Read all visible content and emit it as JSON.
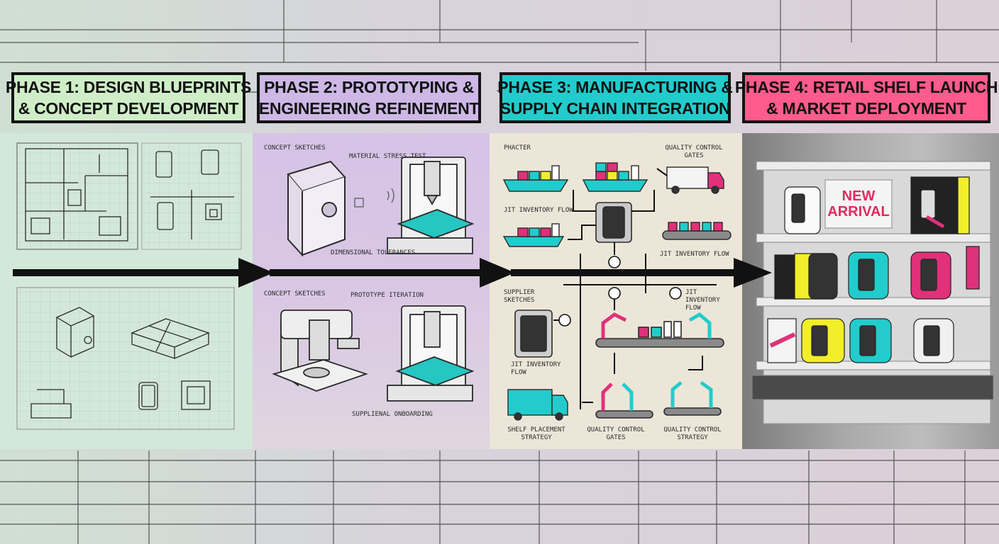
{
  "phases": [
    {
      "line1": "PHASE 1: DESIGN BLUEPRINTS",
      "line2": "& CONCEPT DEVELOPMENT",
      "color": "#cfeec8"
    },
    {
      "line1": "PHASE 2: PROTOTYPING &",
      "line2": "ENGINEERING REFINEMENT",
      "color": "#cdb8e6"
    },
    {
      "line1": "PHASE 3: MANUFACTURING &",
      "line2": "SUPPLY CHAIN INTEGRATION",
      "color": "#22cccc"
    },
    {
      "line1": "PHASE 4: RETAIL SHELF LAUNCH",
      "line2": "& MARKET DEPLOYMENT",
      "color": "#ff5b8d"
    }
  ],
  "phase2_labels": {
    "concept_sketches_top": "CONCEPT SKETCHES",
    "material_stress_test": "MATERIAL STRESS TEST",
    "dimensional_tolerances": "DIMENSIONAL TOLERANCES",
    "concept_sketches_bottom": "CONCEPT SKETCHES",
    "prototype_iteration": "PROTOTYPE ITERATION",
    "supplier_onboarding": "SUPPLIENAL ONBOARDING"
  },
  "phase3_labels": {
    "phacter": "PHACTER",
    "quality_control_gates_top": "QUALITY CONTROL GATES",
    "jit_inventory_flow_1": "JIT INVENTORY FLOW",
    "jit_inventory_flow_2": "JIT INVENTORY FLOW",
    "supplier_sketches": "SUPPLIER SKETCHES",
    "jit_inventory_flow_3": "JIT INVENTORY FLOW",
    "jit_inventory_flow_4": "JIT INVENTORY FLOW",
    "shelf_placement_strategy": "SHELF PLACEMENT STRATEGY",
    "quality_control_gates_bottom": "QUALITY CONTROL GATES",
    "quality_control_strategy": "QUALITY CONTROL STRATEGY"
  },
  "phase4_labels": {
    "new": "NEW",
    "arrival": "ARRIVAL"
  },
  "colors": {
    "phase1_panel": "#d4e8da",
    "phase2_panel": "#d8c8e6",
    "phase3_panel": "#ece6d8",
    "phase4_panel": "#8e8e8e",
    "cyan": "#22cccc",
    "magenta": "#e0317a",
    "yellow": "#f2ee2a",
    "ink": "#111111"
  }
}
